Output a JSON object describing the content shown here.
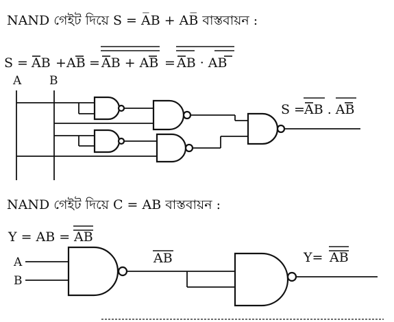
{
  "colors": {
    "ink": "#111111",
    "paper": "#ffffff"
  },
  "diagram": {
    "sum_section": {
      "heading": "NAND গেইট দিয়ে S = A̅B + AB̅ বাস্তবায়ন :",
      "equation": {
        "lhs": "S =",
        "term_nota_b": "AB",
        "plus_1": "+",
        "term_a_notb": "AB",
        "eq_2": "=",
        "double_bar_sum": "AB + AB",
        "eq_3": "=",
        "product_form": "AB · AB"
      },
      "input_labels": [
        "A",
        "B"
      ],
      "output_label": {
        "prefix": "S =",
        "expr": "AB . AB"
      }
    },
    "carry_section": {
      "heading": "NAND গেইট দিয়ে C = AB বাস্তবায়ন :",
      "equation": {
        "lhs": "Y = AB =",
        "rhs": "AB"
      },
      "input_labels": [
        "A",
        "B"
      ],
      "intermediate_label": "AB",
      "output_label": {
        "prefix": "Y=",
        "expr": "AB"
      }
    }
  }
}
